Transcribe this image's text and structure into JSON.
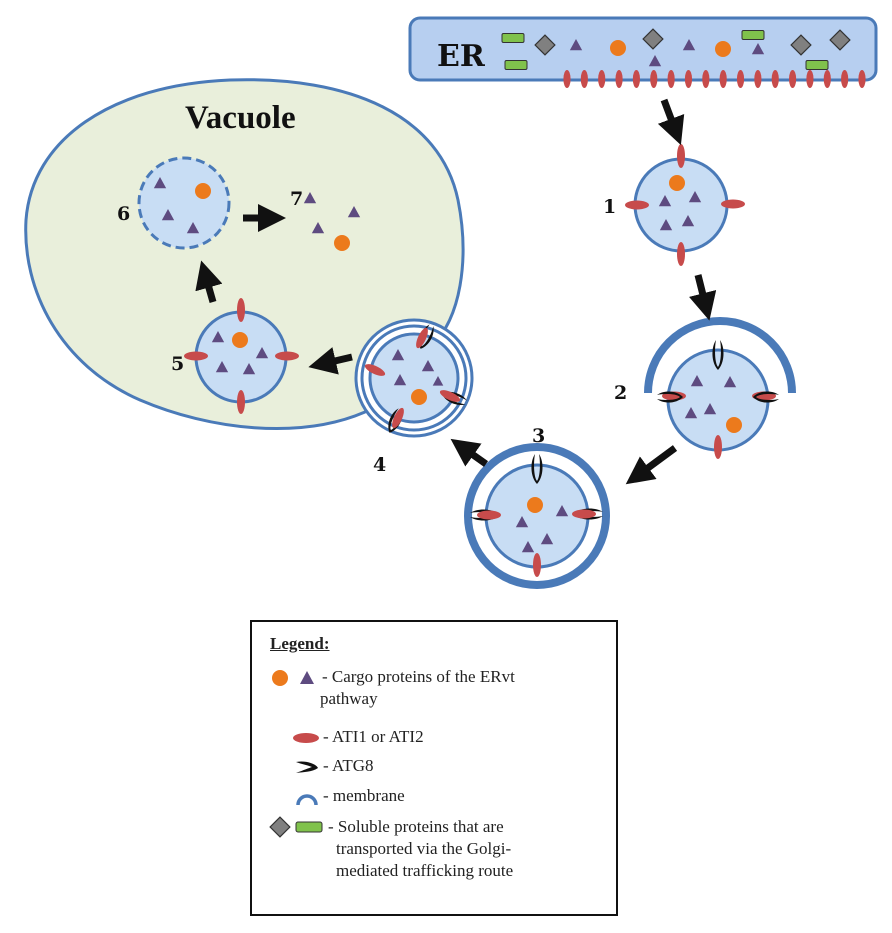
{
  "colors": {
    "membrane": "#4a7ab8",
    "vesicle_fill": "#c8ddf4",
    "vacuole_fill": "#e9efdb",
    "er_fill": "#b7cff0",
    "ati": "#c74b4b",
    "cargo_orange": "#ec7a1c",
    "cargo_triangle": "#5e4b80",
    "soluble_diamond": "#808080",
    "soluble_bar": "#80c24c",
    "arrow": "#111111"
  },
  "labels": {
    "er": "ER",
    "vacuole": "Vacuole"
  },
  "steps": [
    "1",
    "2",
    "3",
    "4",
    "5",
    "6",
    "7"
  ],
  "legend": {
    "title": "Legend:",
    "items": [
      {
        "icons": [
          "orange-circle",
          "purple-triangle"
        ],
        "line1": "- Cargo proteins of the ERvt",
        "line2": "pathway"
      },
      {
        "icons": [
          "red-ellipse"
        ],
        "text": "- ATI1  or ATI2"
      },
      {
        "icons": [
          "atg8-arc"
        ],
        "text": "- ATG8"
      },
      {
        "icons": [
          "membrane-arc"
        ],
        "text": "- membrane"
      },
      {
        "icons": [
          "gray-diamond",
          "green-bar"
        ],
        "line1": "- Soluble proteins that are",
        "line2": "transported via the Golgi-",
        "line3": "mediated trafficking route"
      }
    ]
  }
}
